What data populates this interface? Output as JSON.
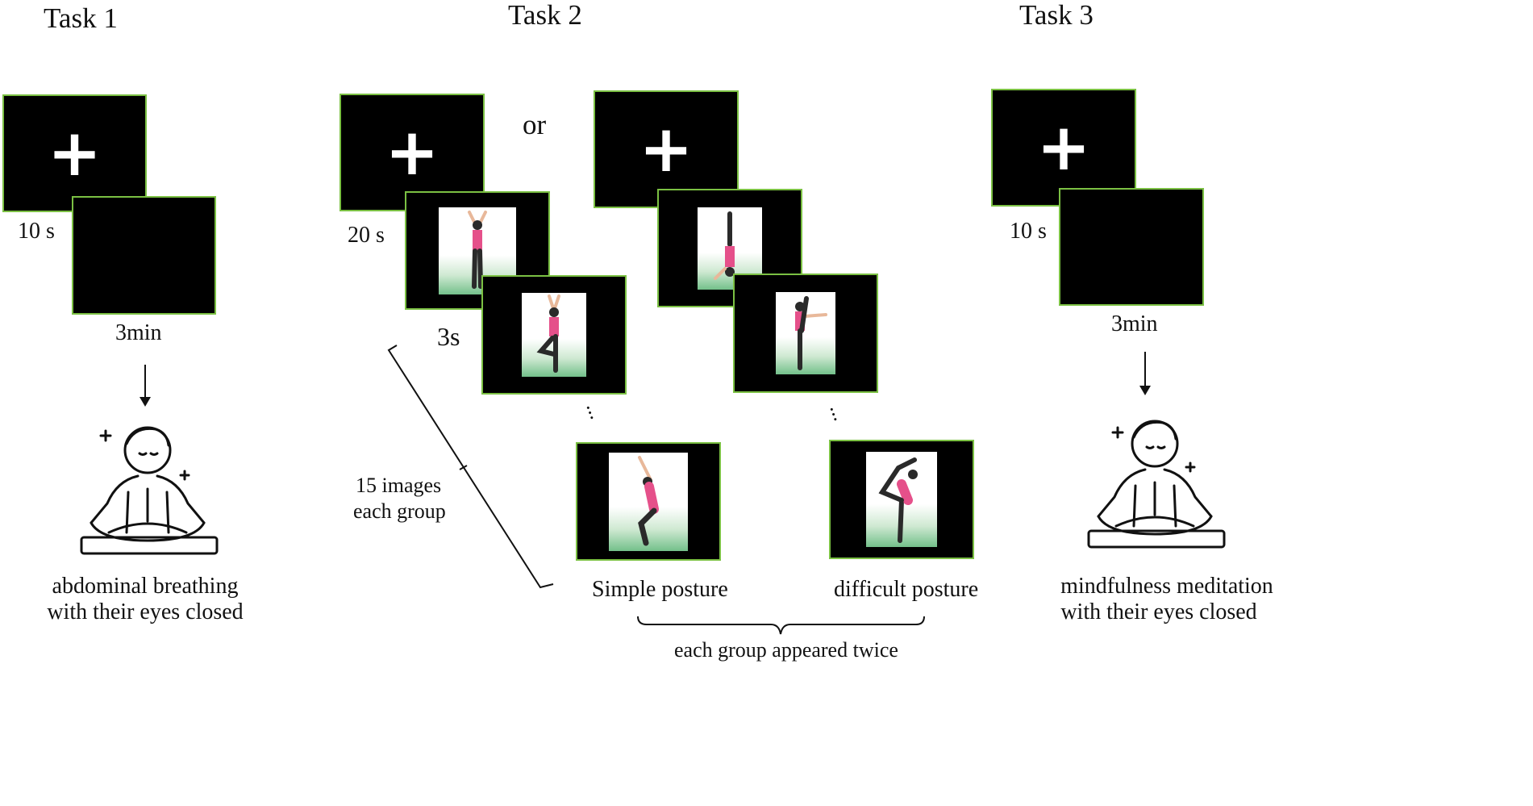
{
  "tasks": {
    "task1": {
      "title": "Task 1",
      "fixation_duration": "10 s",
      "blank_duration": "3min",
      "description_line1": "abdominal breathing",
      "description_line2": "with their eyes closed",
      "fixation_symbol": "+"
    },
    "task2": {
      "title": "Task 2",
      "or_label": "or",
      "fixation_duration": "20 s",
      "image_duration": "3s",
      "group_size_line1": "15 images",
      "group_size_line2": "each group",
      "simple_label": "Simple posture",
      "difficult_label": "difficult posture",
      "repeat_label": "each group appeared twice",
      "fixation_symbol": "+"
    },
    "task3": {
      "title": "Task 3",
      "fixation_duration": "10 s",
      "blank_duration": "3min",
      "description_line1": "mindfulness meditation",
      "description_line2": "with their eyes closed",
      "fixation_symbol": "+"
    }
  },
  "colors": {
    "screen": "#000000",
    "screen_border": "#7bc043",
    "leggings": "#2a2a2a",
    "top": "#e5508a",
    "skin": "#e8b89a",
    "floor": "#73c08a"
  },
  "icons": [
    "meditating-person-icon",
    "sparkle-icon",
    "down-arrow-icon",
    "bracket-icon",
    "ellipsis-icon"
  ]
}
